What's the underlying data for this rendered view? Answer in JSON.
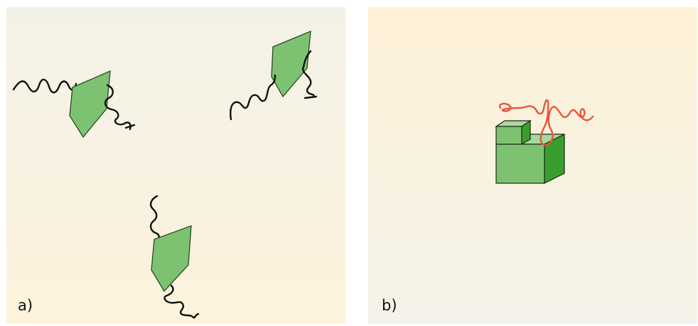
{
  "panels": [
    {
      "id": "a",
      "label": "a)"
    },
    {
      "id": "b",
      "label": "b)"
    }
  ],
  "colors": {
    "protein_fill": "#7dc271",
    "protein_stroke": "#2a4a24",
    "block_top": "#a8d99c",
    "block_side": "#3a9e2e",
    "chain_panel_a": "#111111",
    "chain_panel_b": "#e8553a"
  }
}
